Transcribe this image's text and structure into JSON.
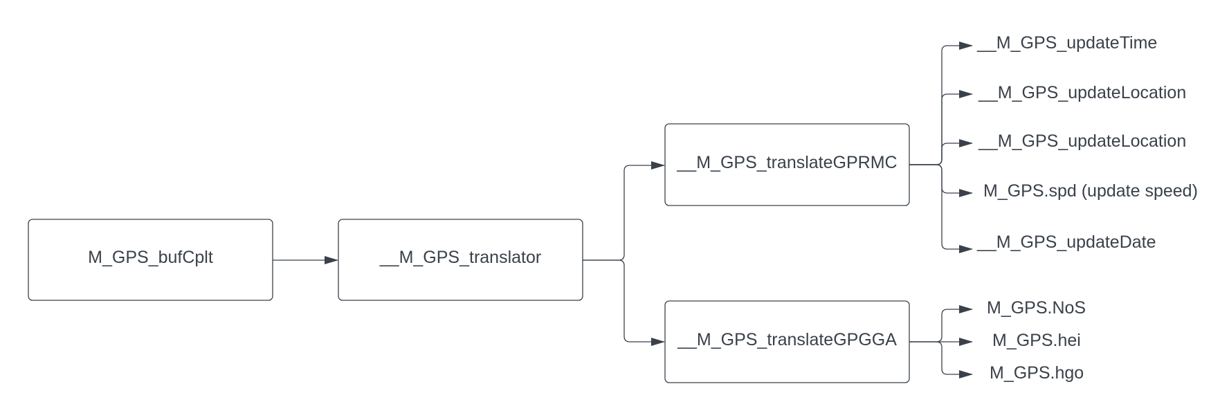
{
  "diagram": {
    "type": "call-flow",
    "nodes": [
      {
        "id": "bufcplt",
        "label": "M_GPS_bufCplt"
      },
      {
        "id": "translator",
        "label": "__M_GPS_translator"
      },
      {
        "id": "gprmc",
        "label": "__M_GPS_translateGPRMC"
      },
      {
        "id": "gpgga",
        "label": "__M_GPS_translateGPGGA"
      }
    ],
    "leaves": {
      "gprmc": [
        "__M_GPS_updateTime",
        "__M_GPS_updateLocation",
        "__M_GPS_updateLocation",
        "M_GPS.spd (update speed)",
        "__M_GPS_updateDate"
      ],
      "gpgga": [
        "M_GPS.NoS",
        "M_GPS.hei",
        "M_GPS.hgo"
      ]
    },
    "edges": [
      {
        "from": "bufcplt",
        "to": "translator"
      },
      {
        "from": "translator",
        "to": "gprmc"
      },
      {
        "from": "translator",
        "to": "gpgga"
      }
    ],
    "colors": {
      "line": "#3a414a",
      "text": "#3a414a",
      "background": "#ffffff"
    }
  }
}
